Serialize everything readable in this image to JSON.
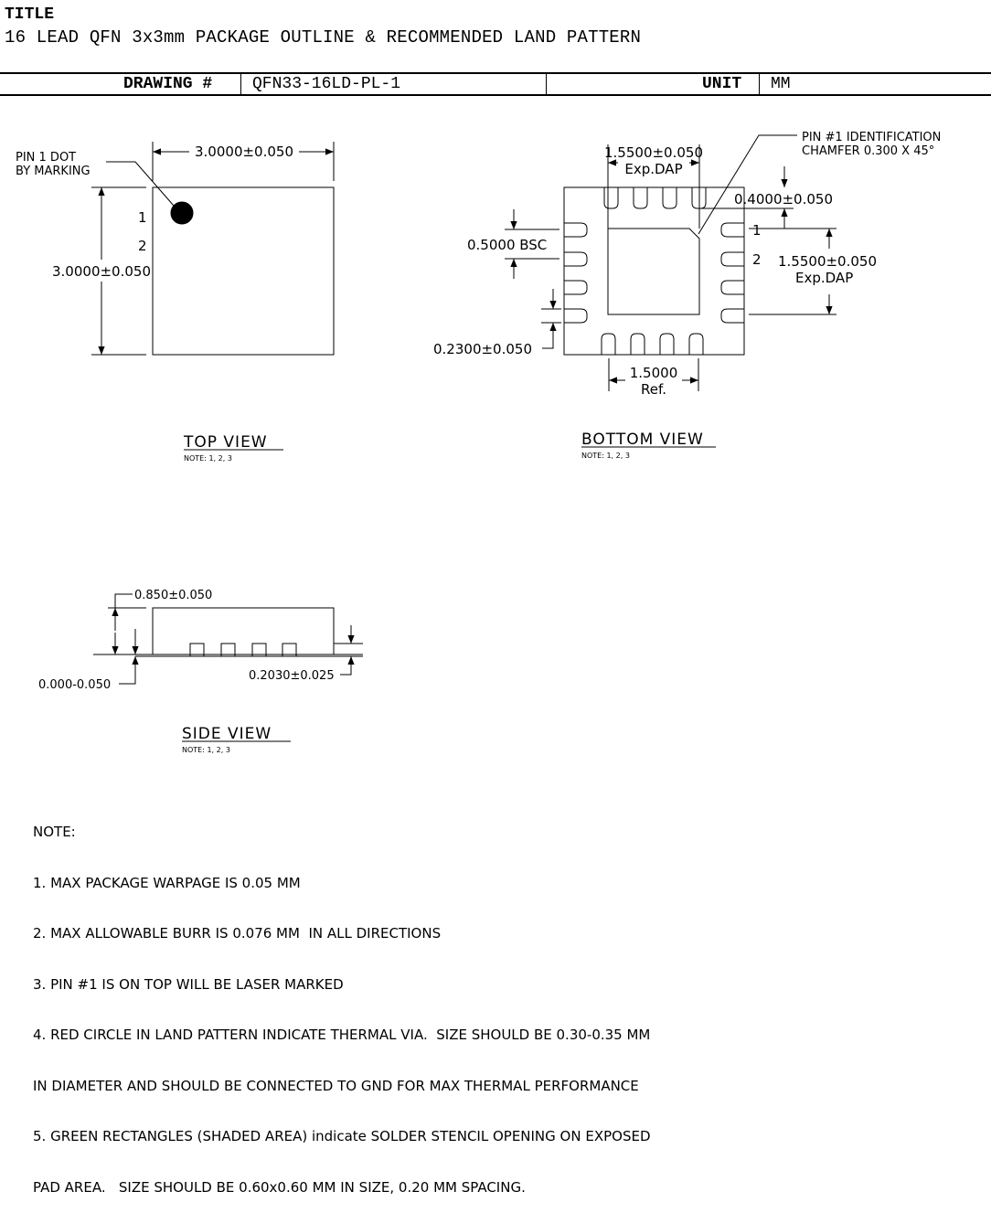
{
  "title_block": {
    "title_label": "TITLE",
    "title": "16 LEAD QFN 3x3mm PACKAGE OUTLINE & RECOMMENDED LAND PATTERN",
    "drawing_label": "DRAWING #",
    "drawing_number": "QFN33-16LD-PL-1",
    "unit_label": "UNIT",
    "unit": "MM"
  },
  "top_view": {
    "pin1_callout_line1": "PIN 1 DOT",
    "pin1_callout_line2": "BY MARKING",
    "width_dim": "3.0000±0.050",
    "height_dim": "3.0000±0.050",
    "pin_label_1": "1",
    "pin_label_2": "2",
    "view_title": "TOP VIEW",
    "view_note": "NOTE: 1, 2, 3"
  },
  "bottom_view": {
    "pin1_id_line1": "PIN #1 IDENTIFICATION",
    "pin1_id_line2": "CHAMFER 0.300 X 45°",
    "dap_width_dim": "1.5500±0.050",
    "dap_width_sub": "Exp.DAP",
    "lead_length_dim": "0.4000±0.050",
    "pitch_dim": "0.5000 BSC",
    "dap_height_dim": "1.5500±0.050",
    "dap_height_sub": "Exp.DAP",
    "lead_width_dim": "0.2300±0.050",
    "ref_dim": "1.5000",
    "ref_sub": "Ref.",
    "pin_label_1": "1",
    "pin_label_2": "2",
    "view_title": "BOTTOM VIEW",
    "view_note": "NOTE: 1, 2, 3"
  },
  "side_view": {
    "height_dim": "0.850±0.050",
    "standoff_dim": "0.000-0.050",
    "lead_thickness_dim": "0.2030±0.025",
    "view_title": "SIDE VIEW",
    "view_note": "NOTE: 1, 2, 3"
  },
  "notes": {
    "header": "NOTE:",
    "lines": [
      "1. MAX PACKAGE WARPAGE IS 0.05 MM",
      "2. MAX ALLOWABLE BURR IS 0.076 MM  IN ALL DIRECTIONS",
      "3. PIN #1 IS ON TOP WILL BE LASER MARKED",
      "4. RED CIRCLE IN LAND PATTERN INDICATE THERMAL VIA.  SIZE SHOULD BE 0.30-0.35 MM",
      "IN DIAMETER AND SHOULD BE CONNECTED TO GND FOR MAX THERMAL PERFORMANCE",
      "5. GREEN RECTANGLES (SHADED AREA) indicate SOLDER STENCIL OPENING ON EXPOSED",
      "PAD AREA.   SIZE SHOULD BE 0.60x0.60 MM IN SIZE, 0.20 MM SPACING."
    ]
  },
  "colors": {
    "ink": "#000000",
    "paper": "#ffffff"
  }
}
